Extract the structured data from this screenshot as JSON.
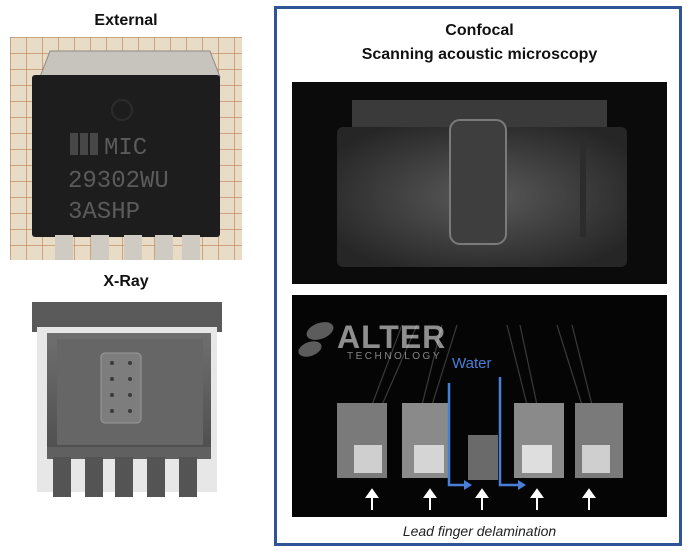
{
  "panels": {
    "external": {
      "title": "External"
    },
    "xray": {
      "title": "X-Ray"
    },
    "confocal": {
      "title_line1": "Confocal",
      "title_line2": "Scanning acoustic microscopy"
    }
  },
  "chip": {
    "marking_line1": "MIC",
    "marking_line2": "29302WU",
    "marking_line3": "3ASHP"
  },
  "logo": {
    "name": "ALTER",
    "tagline": "TECHNOLOGY"
  },
  "annotations": {
    "water": "Water",
    "caption": "Lead finger delamination"
  },
  "colors": {
    "frame": "#2f5597",
    "annotation_blue": "#4a7fd8"
  }
}
